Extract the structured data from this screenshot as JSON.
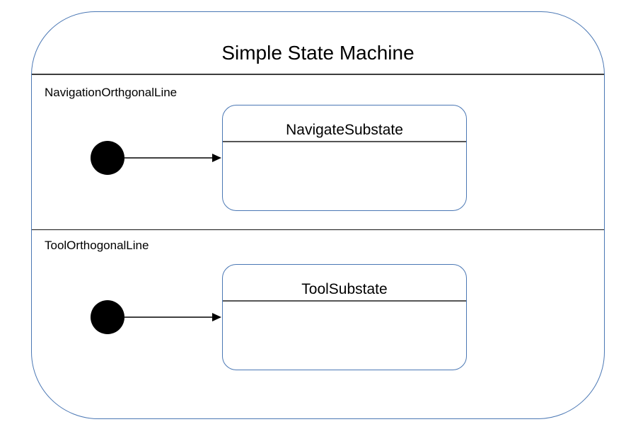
{
  "diagram": {
    "title": "Simple State Machine",
    "regions": [
      {
        "label": "NavigationOrthgonalLine",
        "substate_title": "NavigateSubstate"
      },
      {
        "label": "ToolOrthogonalLine",
        "substate_title": "ToolSubstate"
      }
    ],
    "colors": {
      "state_border_blue": "#4a77b4",
      "title_separator": "#3d3d3d",
      "region_divider": "#141414",
      "substate_separator": "#565656",
      "initial_state_fill": "#000000",
      "transition_line": "#000000",
      "background": "#ffffff",
      "text": "#000000"
    }
  }
}
